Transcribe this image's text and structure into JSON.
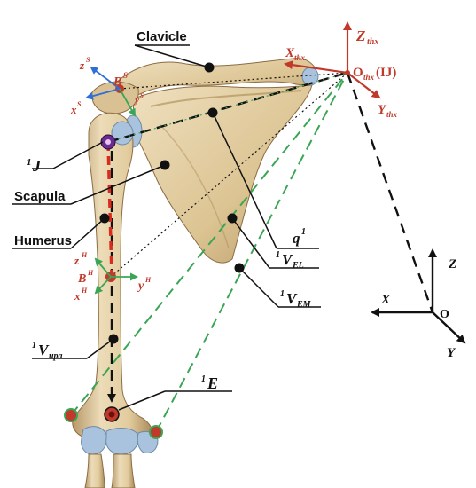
{
  "labels": {
    "clavicle": "Clavicle",
    "scapula": "Scapula",
    "humerus": "Humerus",
    "j_pre": "1",
    "j": "J",
    "e_pre": "1",
    "e": "E",
    "q": "q",
    "q_sup": "1",
    "vel_pre": "1",
    "vel_v": "V",
    "vel_sub": "EL",
    "vem_pre": "1",
    "vem_v": "V",
    "vem_sub": "EM",
    "vupa_pre": "1",
    "vupa_v": "V",
    "vupa_sub": "upa"
  },
  "thorax_frame": {
    "origin": "O",
    "origin_sub": "thx",
    "origin_suffix": "(IJ)",
    "x": "X",
    "x_sub": "thx",
    "y": "Y",
    "y_sub": "thx",
    "z": "Z",
    "z_sub": "thx"
  },
  "scapula_frame": {
    "origin": "B",
    "origin_sup": "S",
    "x": "x",
    "x_sup": "S",
    "z": "z",
    "z_sup": "S",
    "y": "y",
    "y_sup": "S"
  },
  "humerus_frame": {
    "origin": "B",
    "origin_sup": "H",
    "x": "x",
    "x_sup": "H",
    "y": "y",
    "y_sup": "H",
    "z": "z",
    "z_sup": "H"
  },
  "global_frame": {
    "origin": "O",
    "x": "X",
    "y": "Y",
    "z": "Z"
  },
  "colors": {
    "thorax_axis": "#c0392b",
    "scapula_axis_blue": "#2e6fd6",
    "axis_green": "#3aa655",
    "dashed_green": "#3aa655",
    "dashed_black": "#111111",
    "bone": "#e6d2a8",
    "bone_shadow": "#c8ac78",
    "cartilage": "#a9c3de",
    "humerus_axis_red": "#d62d20"
  }
}
